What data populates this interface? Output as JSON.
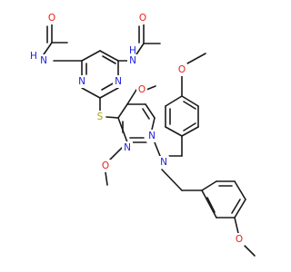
{
  "colors": {
    "bond": "#1a1a1a",
    "carbon": "#1a1a1a",
    "nitrogen": "#1f1fdc",
    "oxygen": "#e8201a",
    "sulfur": "#b3a200",
    "background": "#ffffff"
  },
  "atom_labels": {
    "o": "O",
    "n": "N",
    "s": "S",
    "nh": "N",
    "h": "H"
  }
}
